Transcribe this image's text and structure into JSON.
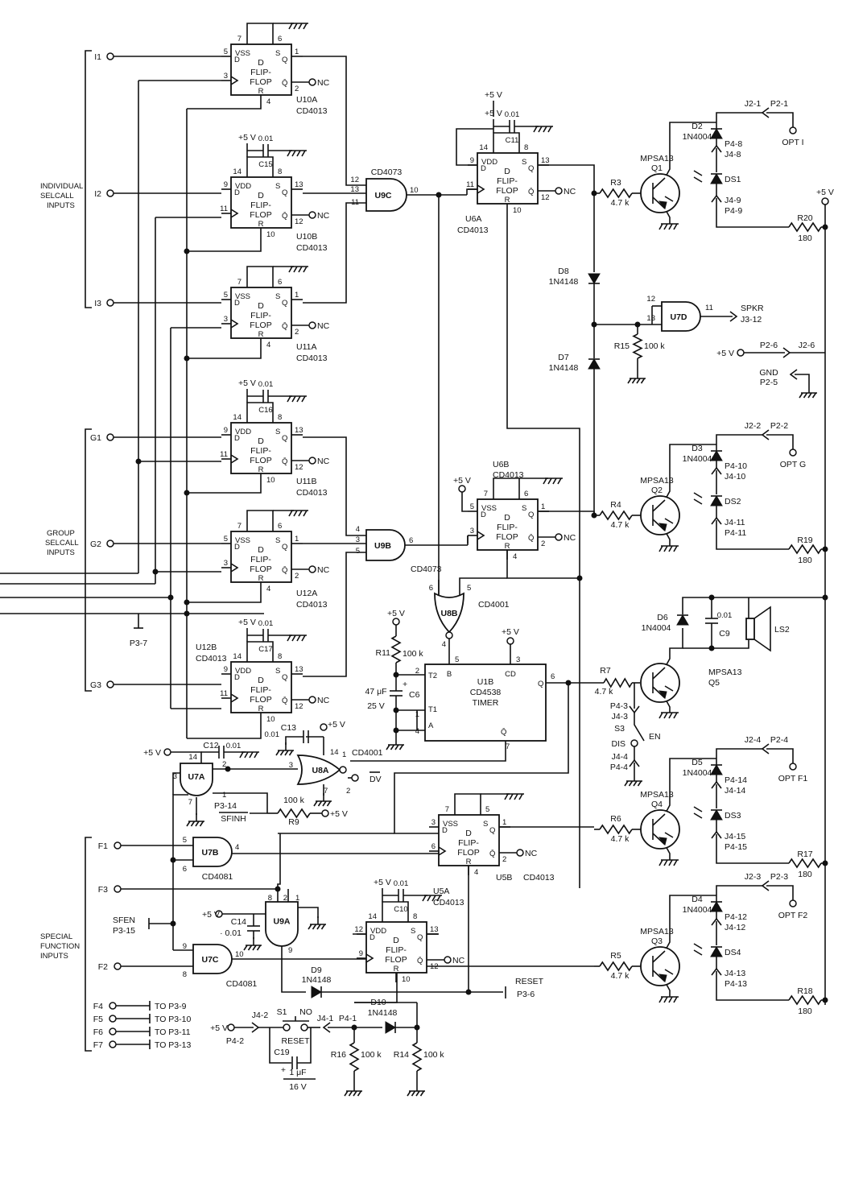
{
  "flip_flops": [
    {
      "ref": "U10A",
      "part": "CD4013",
      "p_supply": "7",
      "supply_label": "VSS",
      "p_s": "6",
      "p_d": "5",
      "p_clk": "3",
      "p_q": "1",
      "p_qb": "2",
      "p_r": "4",
      "q_nc": true
    },
    {
      "ref": "U10B",
      "part": "CD4013",
      "p_supply": "14",
      "supply_label": "VDD",
      "p_s": "8",
      "p_d": "9",
      "p_clk": "11",
      "p_q": "13",
      "p_qb": "12",
      "p_r": "10",
      "q_nc": true
    },
    {
      "ref": "U11A",
      "part": "CD4013",
      "p_supply": "7",
      "supply_label": "VSS",
      "p_s": "6",
      "p_d": "5",
      "p_clk": "3",
      "p_q": "1",
      "p_qb": "2",
      "p_r": "4",
      "q_nc": true
    },
    {
      "ref": "U11B",
      "part": "CD4013",
      "p_supply": "14",
      "supply_label": "VDD",
      "p_s": "8",
      "p_d": "9",
      "p_clk": "11",
      "p_q": "13",
      "p_qb": "12",
      "p_r": "10",
      "q_nc": true
    },
    {
      "ref": "U12A",
      "part": "CD4013",
      "p_supply": "7",
      "supply_label": "VSS",
      "p_s": "6",
      "p_d": "5",
      "p_clk": "3",
      "p_q": "1",
      "p_qb": "2",
      "p_r": "4",
      "q_nc": true
    },
    {
      "ref": "U12B",
      "part": "CD4013",
      "p_supply": "14",
      "supply_label": "VDD",
      "p_s": "8",
      "p_d": "9",
      "p_clk": "11",
      "p_q": "13",
      "p_qb": "12",
      "p_r": "10",
      "q_nc": true
    },
    {
      "ref": "U6A",
      "part": "CD4013",
      "p_supply": "14",
      "supply_label": "VDD",
      "p_s": "8",
      "p_d": "9",
      "p_clk": "11",
      "p_q": "13",
      "p_qb": "12",
      "p_r": "10",
      "q_nc": true
    },
    {
      "ref": "U6B",
      "part": "CD4013",
      "p_supply": "7",
      "supply_label": "VSS",
      "p_s": "6",
      "p_d": "5",
      "p_clk": "3",
      "p_q": "1",
      "p_qb": "2",
      "p_r": "4",
      "q_nc": true
    },
    {
      "ref": "U5B",
      "part": "CD4013",
      "p_supply": "7",
      "supply_label": "VSS",
      "p_s": "5",
      "p_d": "3",
      "p_clk": "6",
      "p_q": "1",
      "p_qb": "2",
      "p_r": "4",
      "q_nc": true
    },
    {
      "ref": "U5A",
      "part": "CD4013",
      "p_supply": "14",
      "supply_label": "VDD",
      "p_s": "8",
      "p_d": "12",
      "p_clk": "9",
      "p_q": "13",
      "p_qb": "12",
      "p_r": "10",
      "q_nc": true
    }
  ],
  "ff_text": {
    "line1": "D",
    "line2": "FLIP-",
    "line3": "FLOP",
    "d": "D",
    "s": "S",
    "r": "R",
    "q": "Q",
    "qbar": "Q̄",
    "nc": "NC"
  },
  "gates": {
    "u9c": {
      "label": "U9C",
      "part": "CD4073",
      "pins": [
        "12",
        "13",
        "11",
        "10"
      ]
    },
    "u9b": {
      "label": "U9B",
      "part": "CD4073",
      "pins": [
        "4",
        "3",
        "5",
        "6"
      ]
    },
    "u9a": {
      "label": "U9A",
      "part": "",
      "pins": [
        "8",
        "2",
        "1",
        "9"
      ]
    },
    "u8b": {
      "label": "U8B",
      "part": "CD4001",
      "pins": [
        "6",
        "5",
        "4"
      ]
    },
    "u8a": {
      "label": "U8A",
      "part": "CD4001",
      "pins": [
        "3",
        "14",
        "2",
        "1",
        "7"
      ]
    },
    "u7a": {
      "label": "U7A",
      "pins": [
        "14",
        "3",
        "2",
        "1",
        "7"
      ]
    },
    "u7b": {
      "label": "U7B",
      "part": "CD4081",
      "pins": [
        "5",
        "6",
        "4"
      ]
    },
    "u7c": {
      "label": "U7C",
      "part": "CD4081",
      "pins": [
        "9",
        "8",
        "10"
      ]
    },
    "u7d": {
      "label": "U7D",
      "part": "CD4081",
      "pins": [
        "12",
        "13",
        "11"
      ]
    }
  },
  "timer": {
    "ref": "U1B",
    "part": "CD4538",
    "name": "TIMER",
    "pin_b": "B",
    "pin_cd": "CD",
    "pin_t2": "T2",
    "pin_t1": "T1",
    "pin_a": "A",
    "pin_q": "Q",
    "pin_qb": "Q̄",
    "pins": [
      "5",
      "3",
      "2",
      "1",
      "4",
      "6",
      "7"
    ]
  },
  "inputs": {
    "individual": [
      "I1",
      "I2",
      "I3"
    ],
    "group": [
      "G1",
      "G2",
      "G3"
    ],
    "function": [
      "F1",
      "F3",
      "F2"
    ],
    "extra": [
      "F4",
      "F5",
      "F6",
      "F7"
    ],
    "extra_targets": [
      "TO P3-9",
      "TO P3-10",
      "TO P3-11",
      "TO P3-13"
    ],
    "group_label_individual": [
      "INDIVIDUAL",
      "SELCALL",
      "INPUTS"
    ],
    "group_label_group": [
      "GROUP",
      "SELCALL",
      "INPUTS"
    ],
    "group_label_special": [
      "SPECIAL",
      "FUNCTION",
      "INPUTS"
    ]
  },
  "outputs": [
    {
      "jack": "J2-1",
      "plug": "P2-1",
      "opt": "OPT I",
      "diode": "D2",
      "diode_part": "1N4004",
      "p_a": "P4-8",
      "j_a": "J4-8",
      "led": "DS1",
      "j_b": "J4-9",
      "p_b": "P4-9",
      "transistor": "Q1",
      "trans_part": "MPSA13",
      "res": "R3",
      "res_val": "4.7 k",
      "rload": "R20",
      "rload_val": "180"
    },
    {
      "jack": "J2-2",
      "plug": "P2-2",
      "opt": "OPT G",
      "diode": "D3",
      "diode_part": "1N4004",
      "p_a": "P4-10",
      "j_a": "J4-10",
      "led": "DS2",
      "j_b": "J4-11",
      "p_b": "P4-11",
      "transistor": "Q2",
      "trans_part": "MPSA13",
      "res": "R4",
      "res_val": "4.7 k",
      "rload": "R19",
      "rload_val": "180"
    },
    {
      "jack": "J2-4",
      "plug": "P2-4",
      "opt": "OPT F1",
      "diode": "D5",
      "diode_part": "1N4004",
      "p_a": "P4-14",
      "j_a": "J4-14",
      "led": "DS3",
      "j_b": "J4-15",
      "p_b": "P4-15",
      "transistor": "Q4",
      "trans_part": "MPSA13",
      "res": "R6",
      "res_val": "4.7 k",
      "rload": "R17",
      "rload_val": "180"
    },
    {
      "jack": "J2-3",
      "plug": "P2-3",
      "opt": "OPT F2",
      "diode": "D4",
      "diode_part": "1N4004",
      "p_a": "P4-12",
      "j_a": "J4-12",
      "led": "DS4",
      "j_b": "J4-13",
      "p_b": "P4-13",
      "transistor": "Q3",
      "trans_part": "MPSA13",
      "res": "R5",
      "res_val": "4.7 k",
      "rload": "R18",
      "rload_val": "180"
    }
  ],
  "speaker": {
    "transistor": "Q5",
    "trans_part": "MPSA13",
    "res": "R7",
    "res_val": "4.7 k",
    "diode": "D6",
    "diode_part": "1N4004",
    "cap": "C9",
    "cap_val": "0.01",
    "ls": "LS2",
    "p": "P4-3",
    "j": "J4-3",
    "sw": "S3",
    "en": "EN",
    "dis": "DIS",
    "j2": "J4-4",
    "p2": "P4-4"
  },
  "misc": {
    "plus5": "+5 V",
    "gnd": "GND",
    "p2_5": "P2-5",
    "p2_6": "P2-6",
    "j2_6": "J2-6",
    "d8": "D8",
    "d7": "D7",
    "d8_part": "1N4148",
    "d7_part": "1N4148",
    "r15": "R15",
    "r15_val": "100 k",
    "spkr": "SPKR",
    "j3_12": "J3-12",
    "r11": "R11",
    "r11_val": "100 k",
    "c6_val": "47 μF",
    "c6_volt": "25 V",
    "c6": "C6",
    "c11": "C11",
    "c15": "C15",
    "c16": "C16",
    "c17": "C17",
    "c10": "C10",
    "c12": "C12",
    "c13": "C13",
    "c14": "C14",
    "cap_val": "0.01",
    "c14_val": "· 0.01",
    "c19": "C19",
    "c19_val": "1 μF",
    "c19_volt": "16 V",
    "r9": "R9",
    "r9_val": "100 k",
    "p3_14": "P3-14",
    "sfinh": "SFINH",
    "dv": "DV",
    "p3_7": "P3-7",
    "sfen": "SFEN",
    "p3_15": "P3-15",
    "d9": "D9",
    "d9_part": "1N4148",
    "d10": "D10",
    "d10_part": "1N4148",
    "reset": "RESET",
    "p3_6": "P3-6",
    "s1": "S1",
    "no": "NO",
    "s1_label": "RESET",
    "j4_2": "J4-2",
    "p4_2": "P4-2",
    "j4_1": "J4-1",
    "p4_1": "P4-1",
    "r16": "R16",
    "r16_val": "100 k",
    "r14": "R14",
    "r14_val": "100 k",
    "plus": "+"
  }
}
